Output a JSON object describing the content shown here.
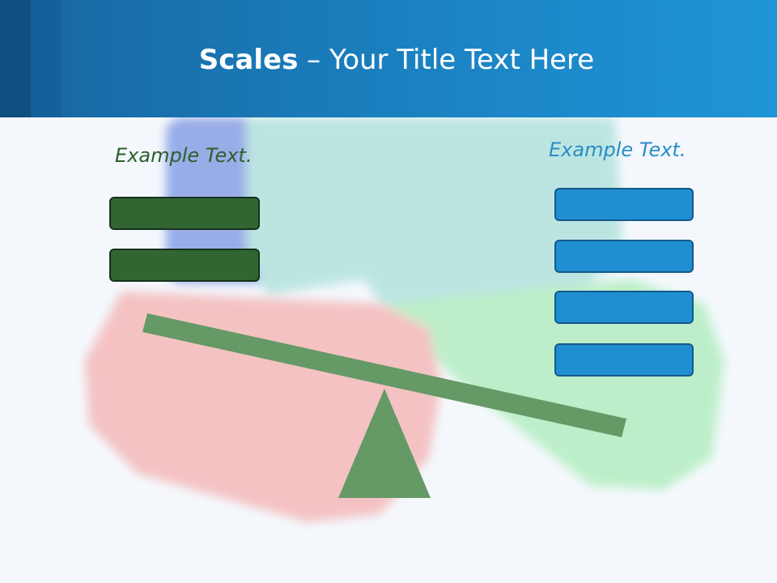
{
  "slide": {
    "title_bold": "Scales",
    "title_rest": " – Your Title Text Here"
  },
  "left": {
    "caption": "Example Text.",
    "box_count": 2
  },
  "right": {
    "caption": "Example Text.",
    "box_count": 4
  },
  "colors": {
    "header": "#1b82c2",
    "green_box": "#316632",
    "blue_box": "#1f8fd2",
    "beam": "#659965"
  }
}
